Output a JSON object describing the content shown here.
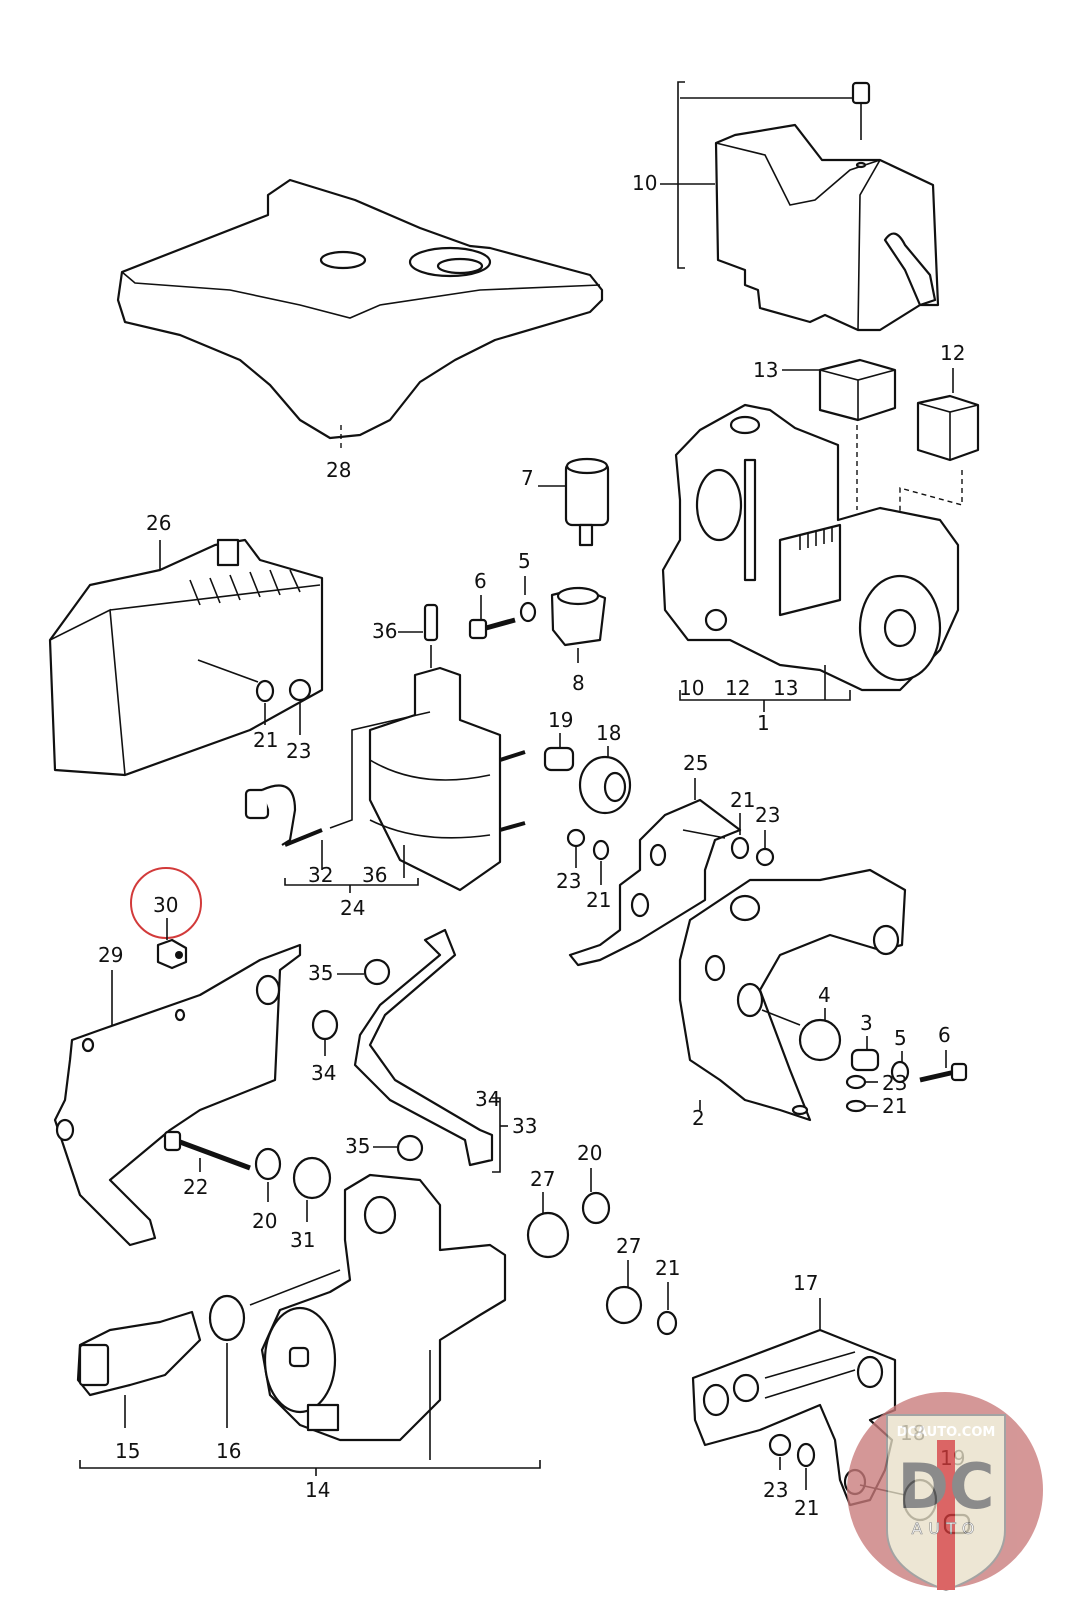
{
  "diagram": {
    "type": "exploded parts diagram",
    "subject": "ABS hydraulic unit, control unit, pressure accumulator, brackets and mounting hardware",
    "highlighted_callout": "30",
    "highlight_color": "#d23a3a",
    "callouts": {
      "c1": "1",
      "c2": "2",
      "c3": "3",
      "c4": "4",
      "c5a": "5",
      "c5b": "5",
      "c6a": "6",
      "c6b": "6",
      "c7": "7",
      "c8": "8",
      "c10": "10",
      "c12": "12",
      "c13": "13",
      "c14": "14",
      "c15": "15",
      "c16": "16",
      "c17": "17",
      "c18a": "18",
      "c18b": "18",
      "c19a": "19",
      "c19b": "19",
      "c20a": "20",
      "c20b": "20",
      "c21a": "21",
      "c21b": "21",
      "c21c": "21",
      "c21d": "21",
      "c21e": "21",
      "c21f": "21",
      "c22": "22",
      "c23a": "23",
      "c23b": "23",
      "c23c": "23",
      "c23d": "23",
      "c23e": "23",
      "c24": "24",
      "c25": "25",
      "c26": "26",
      "c27a": "27",
      "c27b": "27",
      "c28": "28",
      "c29": "29",
      "c30": "30",
      "c31": "31",
      "c32": "32",
      "c33": "33",
      "c34a": "34",
      "c34b": "34",
      "c35a": "35",
      "c35b": "35",
      "c36a": "36",
      "c36b": "36"
    },
    "group_brackets": {
      "g1": {
        "label": "1",
        "members": [
          "10",
          "12",
          "13"
        ]
      },
      "g24": {
        "label": "24",
        "members": [
          "32",
          "36"
        ]
      },
      "g33": {
        "label": "33",
        "members": [
          "34"
        ]
      },
      "g14": {
        "label": "14",
        "members": [
          "15",
          "16"
        ]
      }
    },
    "group_member_labels": {
      "g1_10": "10",
      "g1_12": "12",
      "g1_13": "13",
      "g24_32": "32",
      "g24_36": "36"
    }
  },
  "watermark": {
    "site": "DCAUTO.COM",
    "logo": "DC",
    "sub": "AUTO",
    "colors": {
      "circle": "#c97a7a",
      "shield": "#e8e0c8",
      "stripe": "#d23a3a",
      "letters": "#6b6b6b"
    }
  }
}
